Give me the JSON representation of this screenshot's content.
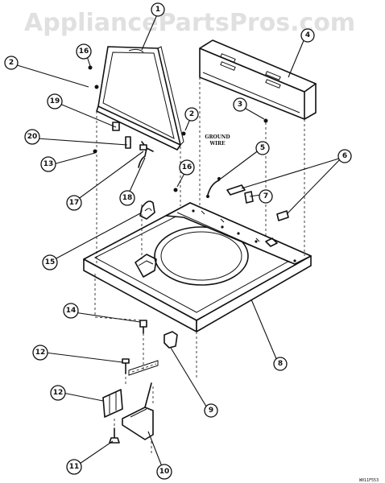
{
  "watermark": "AppliancePartsPros.com",
  "ground_wire_label": [
    "GROUND",
    "WIRE"
  ],
  "diagram_code": "W011F553",
  "callouts": [
    {
      "id": "c1",
      "label": "1"
    },
    {
      "id": "c2a",
      "label": "2"
    },
    {
      "id": "c2b",
      "label": "2"
    },
    {
      "id": "c3",
      "label": "3"
    },
    {
      "id": "c4",
      "label": "4"
    },
    {
      "id": "c5",
      "label": "5"
    },
    {
      "id": "c6",
      "label": "6"
    },
    {
      "id": "c7",
      "label": "7"
    },
    {
      "id": "c8",
      "label": "8"
    },
    {
      "id": "c9",
      "label": "9"
    },
    {
      "id": "c10",
      "label": "10"
    },
    {
      "id": "c11",
      "label": "11"
    },
    {
      "id": "c12a",
      "label": "12"
    },
    {
      "id": "c12b",
      "label": "12"
    },
    {
      "id": "c13",
      "label": "13"
    },
    {
      "id": "c14",
      "label": "14"
    },
    {
      "id": "c15",
      "label": "15"
    },
    {
      "id": "c16a",
      "label": "16"
    },
    {
      "id": "c16b",
      "label": "16"
    },
    {
      "id": "c17",
      "label": "17"
    },
    {
      "id": "c18",
      "label": "18"
    },
    {
      "id": "c19",
      "label": "19"
    },
    {
      "id": "c20",
      "label": "20"
    }
  ]
}
